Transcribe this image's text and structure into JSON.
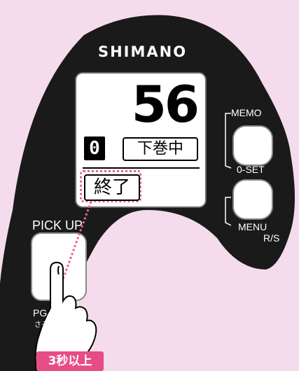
{
  "device": {
    "brand": "SHIMANO",
    "speed_value": "56",
    "assist_gear": "0",
    "mode_text": "下巻中",
    "status_message": "終了"
  },
  "buttons": {
    "memo_label": "MEMO",
    "zero_set_label": "0-SET",
    "menu_label": "MENU",
    "rs_label": "R/S",
    "pickup_label": "PICK UP",
    "pg_label": "PG",
    "pg_sub": "さそ"
  },
  "instruction": {
    "hold_label": "3秒以上"
  },
  "colors": {
    "background": "#f5dcec",
    "device_body": "#1a1a1a",
    "highlight_pink": "#e7638e",
    "badge_pink": "#e64d86"
  },
  "icons": [
    "hand-pointer-icon",
    "bracket-icon"
  ]
}
